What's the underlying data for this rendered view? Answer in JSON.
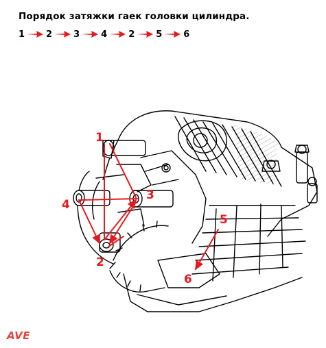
{
  "title": "Порядок затяжки гаек головки цилиндра.",
  "sequence": [
    "1",
    "2",
    "3",
    "4",
    "2",
    "5",
    "6"
  ],
  "markers": [
    "1",
    "2",
    "3",
    "4",
    "5",
    "6"
  ],
  "logo": "AVE",
  "colors": {
    "accent": "#e8191d",
    "ink": "#000000",
    "logo": "#e0443a"
  }
}
